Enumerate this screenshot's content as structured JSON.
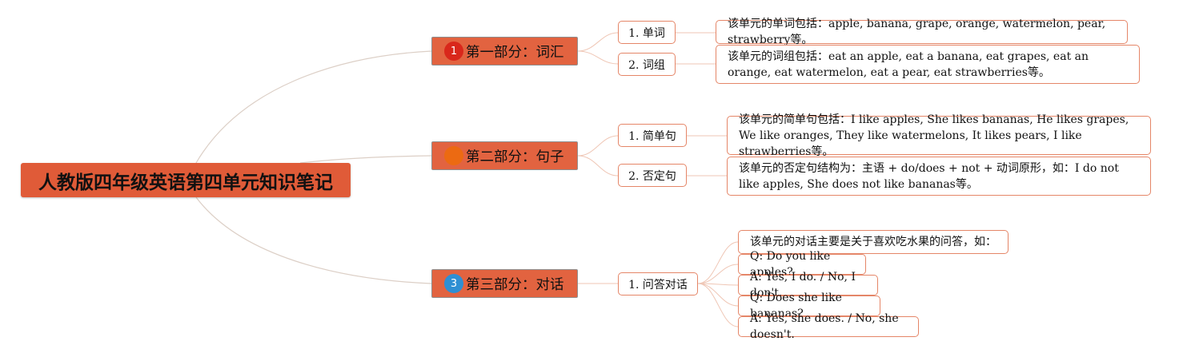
{
  "mindmap": {
    "root": {
      "title": "人教版四年级英语第四单元知识笔记"
    },
    "branches": [
      {
        "title": "第一部分：词汇",
        "marker": "1",
        "marker_color": "#d9271b",
        "subs": [
          {
            "label": "1. 单词",
            "leaves": [
              "该单元的单词包括：apple, banana, grape, orange, watermelon, pear, strawberry等。"
            ]
          },
          {
            "label": "2. 词组",
            "leaves": [
              "该单元的词组包括：eat an apple, eat a banana, eat grapes, eat an orange, eat watermelon, eat a pear, eat strawberries等。"
            ]
          }
        ]
      },
      {
        "title": "第二部分：句子",
        "marker": "",
        "marker_color": "#ec6a12",
        "subs": [
          {
            "label": "1. 简单句",
            "leaves": [
              "该单元的简单句包括：I like apples, She likes bananas, He likes grapes, We like oranges, They like watermelons, It likes pears, I like strawberries等。"
            ]
          },
          {
            "label": "2. 否定句",
            "leaves": [
              "该单元的否定句结构为：主语 + do/does + not + 动词原形，如：I do not like apples, She does not like bananas等。"
            ]
          }
        ]
      },
      {
        "title": "第三部分：对话",
        "marker": "3",
        "marker_color": "#2f8fd3",
        "subs": [
          {
            "label": "1. 问答对话",
            "leaves": [
              "该单元的对话主要是关于喜欢吃水果的问答，如：",
              "Q: Do you like apples?",
              "A: Yes, I do. / No, I don't.",
              "Q: Does she like bananas?",
              "A: Yes, she does. / No, she doesn't."
            ]
          }
        ]
      }
    ],
    "colors": {
      "root_fill": "#e05b38",
      "branch_fill": "#e26340",
      "node_border": "#e58668",
      "connector_main": "#dccfc6",
      "connector_sub": "#efc6b5"
    }
  }
}
